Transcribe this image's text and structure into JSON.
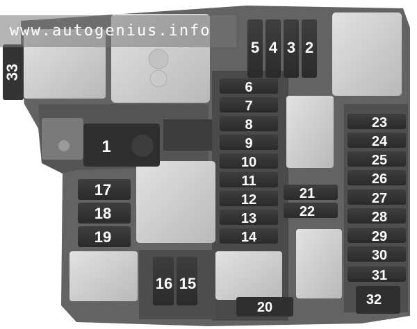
{
  "watermark": "www.autogenius.info",
  "fuses": {
    "f1": "1",
    "f2": "2",
    "f3": "3",
    "f4": "4",
    "f5": "5",
    "f6": "6",
    "f7": "7",
    "f8": "8",
    "f9": "9",
    "f10": "10",
    "f11": "11",
    "f12": "12",
    "f13": "13",
    "f14": "14",
    "f15": "15",
    "f16": "16",
    "f17": "17",
    "f18": "18",
    "f19": "19",
    "f20": "20",
    "f21": "21",
    "f22": "22",
    "f23": "23",
    "f24": "24",
    "f25": "25",
    "f26": "26",
    "f27": "27",
    "f28": "28",
    "f29": "29",
    "f30": "30",
    "f31": "31",
    "f32": "32",
    "f33": "33"
  },
  "colors": {
    "housing": "#5f5f5f",
    "housing_dark": "#3a3a3a",
    "fuse_body": "#333333",
    "relay_face": "#d6d6d6",
    "label": "#ffffff"
  }
}
